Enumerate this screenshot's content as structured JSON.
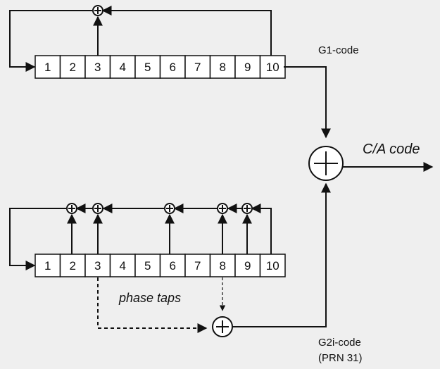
{
  "g1": {
    "cells": [
      "1",
      "2",
      "3",
      "4",
      "5",
      "6",
      "7",
      "8",
      "9",
      "10"
    ],
    "feedback_taps": [
      3,
      10
    ],
    "label": "G1-code"
  },
  "g2": {
    "cells": [
      "1",
      "2",
      "3",
      "4",
      "5",
      "6",
      "7",
      "8",
      "9",
      "10"
    ],
    "feedback_taps": [
      2,
      3,
      6,
      8,
      9,
      10
    ],
    "phase_taps_label": "phase taps",
    "phase_taps": [
      3,
      8
    ],
    "label_line1": "G2i-code",
    "label_line2": "(PRN 31)"
  },
  "output": {
    "label": "C/A code"
  },
  "icons": {
    "xor_small": "xor-icon",
    "xor_large": "xor-icon"
  },
  "colors": {
    "background": "#efefef",
    "cell_fill": "#ffffff",
    "line": "#111111"
  }
}
